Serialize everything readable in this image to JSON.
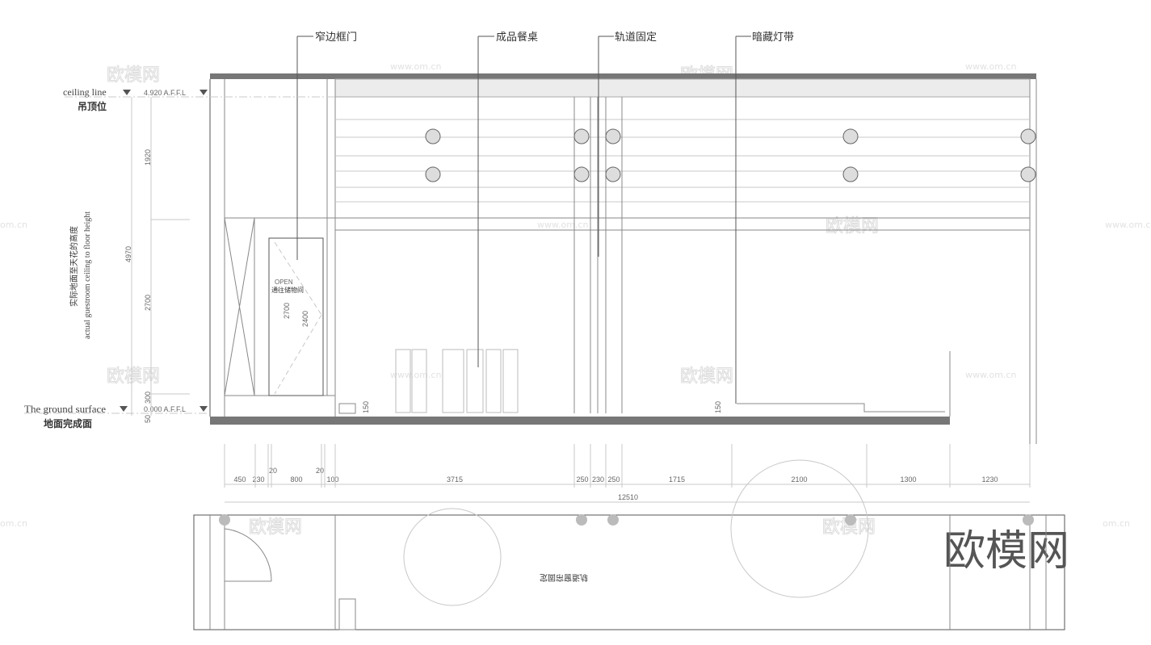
{
  "callouts": [
    "窄边框门",
    "成品餐桌",
    "轨道固定",
    "暗藏灯带"
  ],
  "levels": {
    "ceiling_en": "ceiling line",
    "ceiling_cn": "吊顶位",
    "ceiling_elev": "4.920 A.F.F.L",
    "ground_en": "The ground surface",
    "ground_cn": "地面完成面",
    "ground_elev": "0.000 A.F.F.L"
  },
  "height_note_cn": "实际地面至天花的高度",
  "height_note_en": "actual guestroom ceiling to floor height",
  "vertical_dims": {
    "total": "4970",
    "upper": "1920",
    "lower": "2700",
    "base": "300",
    "base2": "50"
  },
  "door": {
    "open_label": "OPEN",
    "room_label": "通往储物间",
    "dim1": "2700",
    "dim2": "2400"
  },
  "skirting_dims": [
    "150",
    "150"
  ],
  "horizontal_dims": [
    "450",
    "230",
    "20",
    "800",
    "20",
    "100",
    "3715",
    "250",
    "230",
    "250",
    "1715",
    "2100",
    "1300",
    "1230"
  ],
  "total_width": "12510",
  "plan_note": "轨道窗帘固定",
  "watermark": {
    "logo_text": "欧模网",
    "site": "www.om.cn",
    "domain_tail": "om.cn"
  }
}
